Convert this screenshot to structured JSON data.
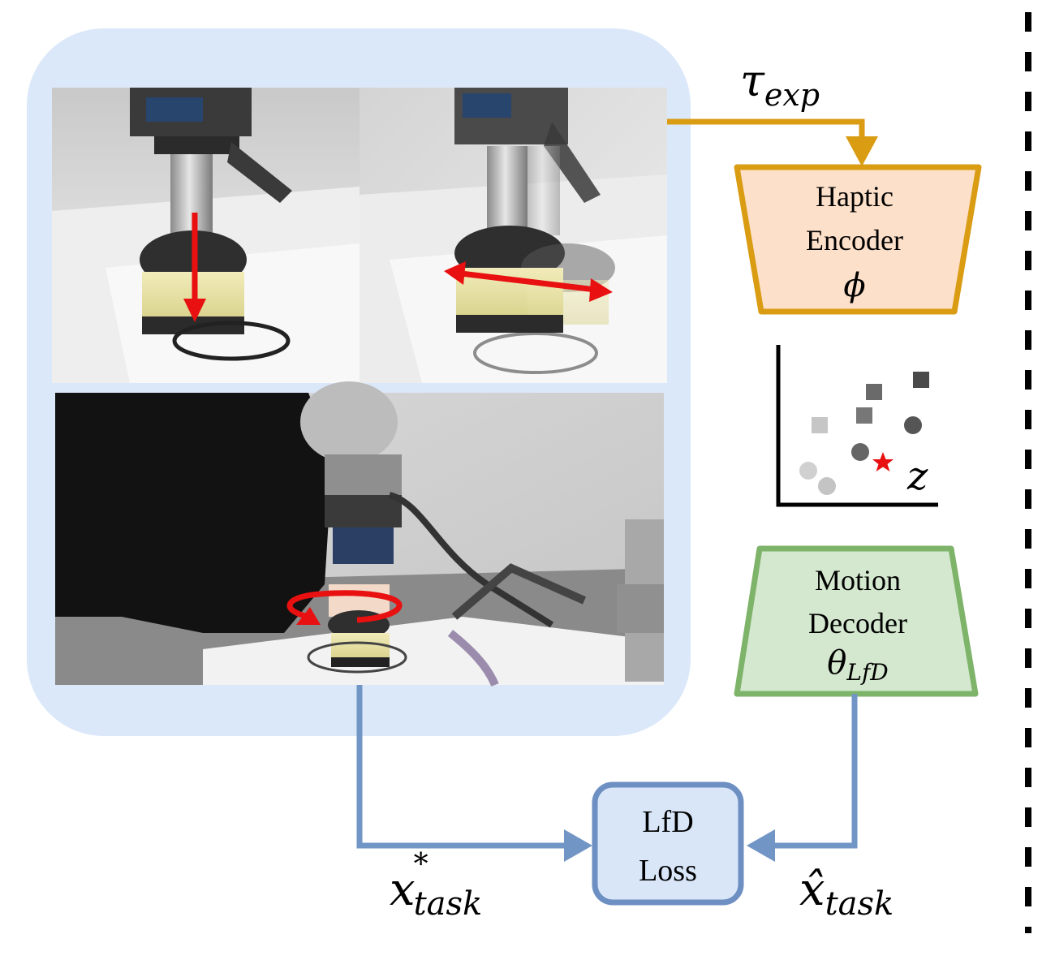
{
  "blocks": {
    "encoder": {
      "line1": "Haptic",
      "line2": "Encoder",
      "symbol": "ϕ"
    },
    "decoder": {
      "line1": "Motion",
      "line2": "Decoder",
      "symbol": "θ",
      "symbol_sub": "LfD"
    },
    "loss": {
      "line1": "LfD",
      "line2": "Loss"
    }
  },
  "labels": {
    "tau": {
      "base": "τ",
      "sub": "exp"
    },
    "x_star": {
      "base": "x",
      "sup": "*",
      "sub": "task"
    },
    "x_hat": {
      "base": "x̂",
      "sub": "task"
    },
    "latent_axis": "z"
  },
  "colors": {
    "panel_bg": "#dbe8f9",
    "encoder_fill": "#fde0c9",
    "encoder_stroke": "#d99c13",
    "decoder_fill": "#d4e8cf",
    "decoder_stroke": "#7eb36a",
    "loss_fill": "#d8e6f8",
    "loss_stroke": "#6d8fc2",
    "blue_arrow": "#7196c6",
    "orange_arrow": "#d99c13",
    "motion_arrow": "#e81010",
    "star": "#e81010"
  },
  "icons": {
    "photo_press": "robot-press-down-photo",
    "photo_slide": "robot-slide-photo",
    "photo_demo": "human-demonstration-photo"
  }
}
